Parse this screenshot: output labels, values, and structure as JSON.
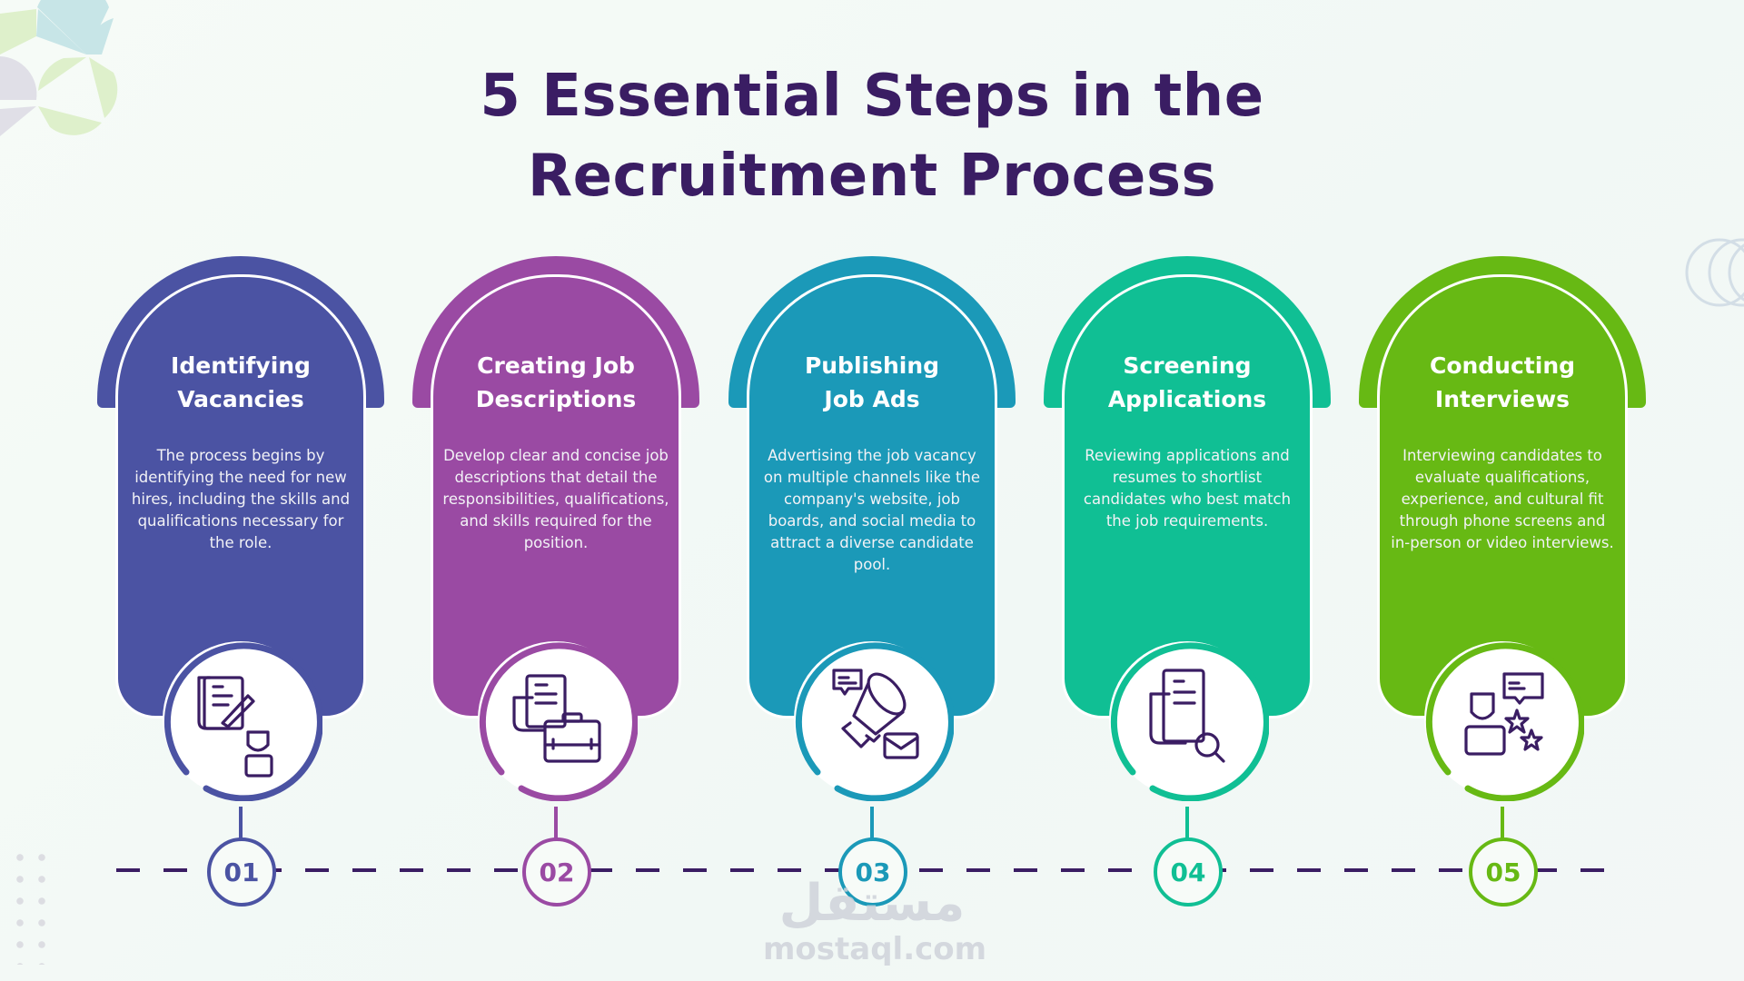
{
  "title": {
    "line1": "5 Essential Steps in the",
    "line2": "Recruitment Process"
  },
  "colors": {
    "title": "#3a1d63",
    "icon_stroke": "#3a1d63",
    "timeline": "#3a1d63"
  },
  "steps": [
    {
      "number": "01",
      "title_line1": "Identifying",
      "title_line2": "Vacancies",
      "description": "The process begins by identifying the need for new hires, including the skills and qualifications necessary for the role.",
      "icon": "document-edit-person-icon",
      "color": "#4b53a3"
    },
    {
      "number": "02",
      "title_line1": "Creating Job",
      "title_line2": "Descriptions",
      "description": "Develop clear and concise job descriptions that detail the responsibilities, qualifications, and skills required for the position.",
      "icon": "document-briefcase-icon",
      "color": "#9a4aa3"
    },
    {
      "number": "03",
      "title_line1": "Publishing",
      "title_line2": "Job Ads",
      "description": "Advertising the job vacancy on multiple channels like the company's website, job boards, and social media to attract a diverse candidate pool.",
      "icon": "megaphone-icon",
      "color": "#1b99b8"
    },
    {
      "number": "04",
      "title_line1": "Screening",
      "title_line2": "Applications",
      "description": "Reviewing applications and resumes to shortlist candidates who best match the job requirements.",
      "icon": "document-search-icon",
      "color": "#10bf94"
    },
    {
      "number": "05",
      "title_line1": "Conducting",
      "title_line2": "Interviews",
      "description": "Interviewing candidates to evaluate qualifications, experience, and cultural fit through phone screens and in-person or video interviews.",
      "icon": "interview-stars-icon",
      "color": "#67b914"
    }
  ],
  "watermark": {
    "arabic": "مستقل",
    "latin": "mostaql.com"
  }
}
